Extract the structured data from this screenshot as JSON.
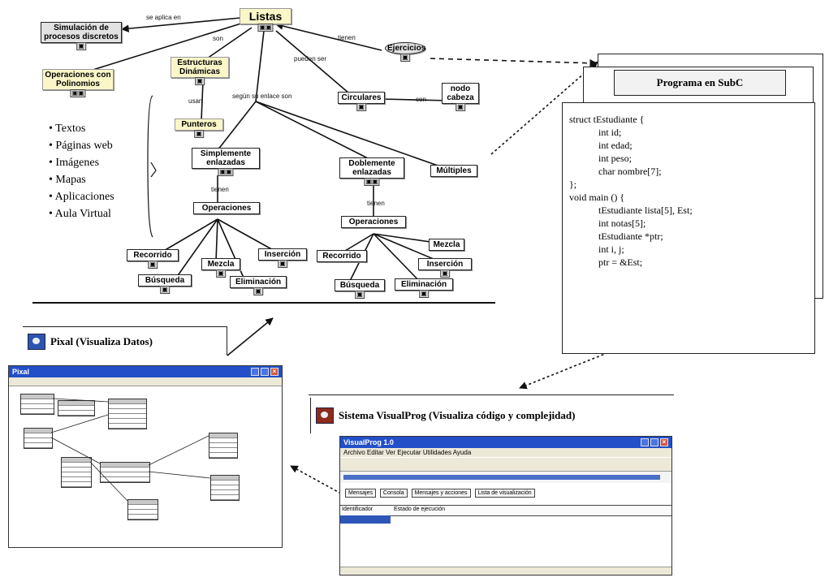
{
  "concept_map": {
    "root": "Listas",
    "nodes": {
      "simulacion": "Simulación de procesos discretos",
      "operaciones_polinomios": "Operaciones con Polinomios",
      "estructuras": "Estructuras Dinámicas",
      "punteros": "Punteros",
      "simplemente": "Simplemente enlazadas",
      "operaciones1": "Operaciones",
      "recorrido1": "Recorrido",
      "busqueda1": "Búsqueda",
      "mezcla1": "Mezcla",
      "insercion1": "Inserción",
      "eliminacion1": "Eliminación",
      "circulares": "Circulares",
      "nodo_cabeza": "nodo cabeza",
      "ejercicios": "Ejercicios",
      "doblemente": "Doblemente enlazadas",
      "operaciones2": "Operaciones",
      "recorrido2": "Recorrido",
      "busqueda2": "Búsqueda",
      "mezcla2": "Mezcla",
      "insercion2": "Inserción",
      "eliminacion2": "Eliminación",
      "multiples": "Múltiples"
    },
    "links": {
      "se_aplica": "se aplica en",
      "son": "son",
      "usan": "usan",
      "pueden_ser": "pueden ser",
      "tienen1": "tienen",
      "tienen2": "tienen",
      "tienen3": "tienen",
      "segun": "según su enlace son",
      "con": "con"
    },
    "bullets": [
      "Textos",
      "Páginas web",
      "Imágenes",
      "Mapas",
      "Aplicaciones",
      "Aula Virtual"
    ]
  },
  "subc": {
    "title": "Programa en SubC",
    "code": [
      "struct tEstudiante {",
      "            int id;",
      "            int edad;",
      "            int peso;",
      "            char nombre[7];",
      "};",
      "void main () {",
      "            tEstudiante lista[5], Est;",
      "            int notas[5];",
      "            tEstudiante *ptr;",
      "            int i, j;",
      "            ptr = &Est;"
    ]
  },
  "pixal": {
    "caption": "Pixal (Visualiza Datos)",
    "window_title": "Pixal"
  },
  "visualprog": {
    "caption": "Sistema VisualProg (Visualiza código y complejidad)",
    "window_title": "VisualProg 1.0",
    "menu": "Archivo  Editar  Ver  Ejecutar  Utilidades  Ayuda",
    "tabs": [
      "Mensajes",
      "Consola",
      "Mensajes y acciones",
      "Lista de visualización"
    ],
    "col1": "Identificador",
    "col2": "Estado de ejecución"
  }
}
